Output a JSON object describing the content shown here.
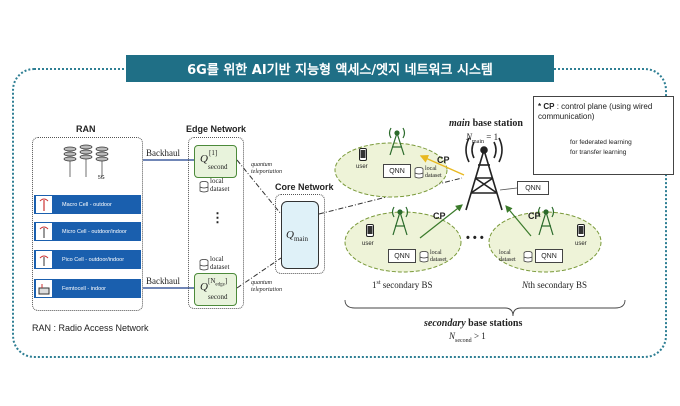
{
  "title": "6G를 위한 AI기반 지능형 액세스/엣지 네트워크 시스템",
  "ran": {
    "title": "RAN",
    "tower_label": "5G",
    "cells": [
      "Macro Cell - outdoor",
      "Micro Cell - outdoor/indoor",
      "Pico Cell - outdoor/indoor",
      "Femtocell - indoor"
    ],
    "footer": "RAN : Radio Access Network"
  },
  "backhaul_label": "Backhaul",
  "edge": {
    "title": "Edge Network",
    "q_first": "Q",
    "q_first_sup": "[1]",
    "q_first_sub": "second",
    "q_last": "Q",
    "q_last_sup": "[N",
    "q_last_sup_sub": "edge",
    "q_last_sup_end": "]",
    "q_last_sub": "second",
    "local_dataset": "local dataset",
    "ellipsis": "⋮"
  },
  "teleport_label": "quantum teleportation",
  "core": {
    "title": "Core Network",
    "q": "Q",
    "q_sub": "main"
  },
  "main_bs": {
    "title_italic": "main",
    "title_rest": "base station",
    "n_label": "N",
    "n_sub": "main",
    "n_value": "= 1"
  },
  "cp_label": "CP",
  "qnn_label": "QNN",
  "user_label": "user",
  "local_dataset": "local dataset",
  "secondary": {
    "first_label": "1",
    "first_sup": "st",
    "first_rest": "secondary BS",
    "nth_italic": "N",
    "nth_rest": "th secondary BS",
    "ellipsis": "• • •",
    "title_italic": "secondary",
    "title_rest": "base stations",
    "n_label": "N",
    "n_sub": "second",
    "n_value": "> 1"
  },
  "legend": {
    "cp_bold": "* CP",
    "cp_rest": ": control plane (using wired communication)",
    "federated": "for federated learning",
    "transfer": "for transfer learning",
    "federated_color": "#3a7a2a",
    "transfer_color": "#e8b820"
  }
}
